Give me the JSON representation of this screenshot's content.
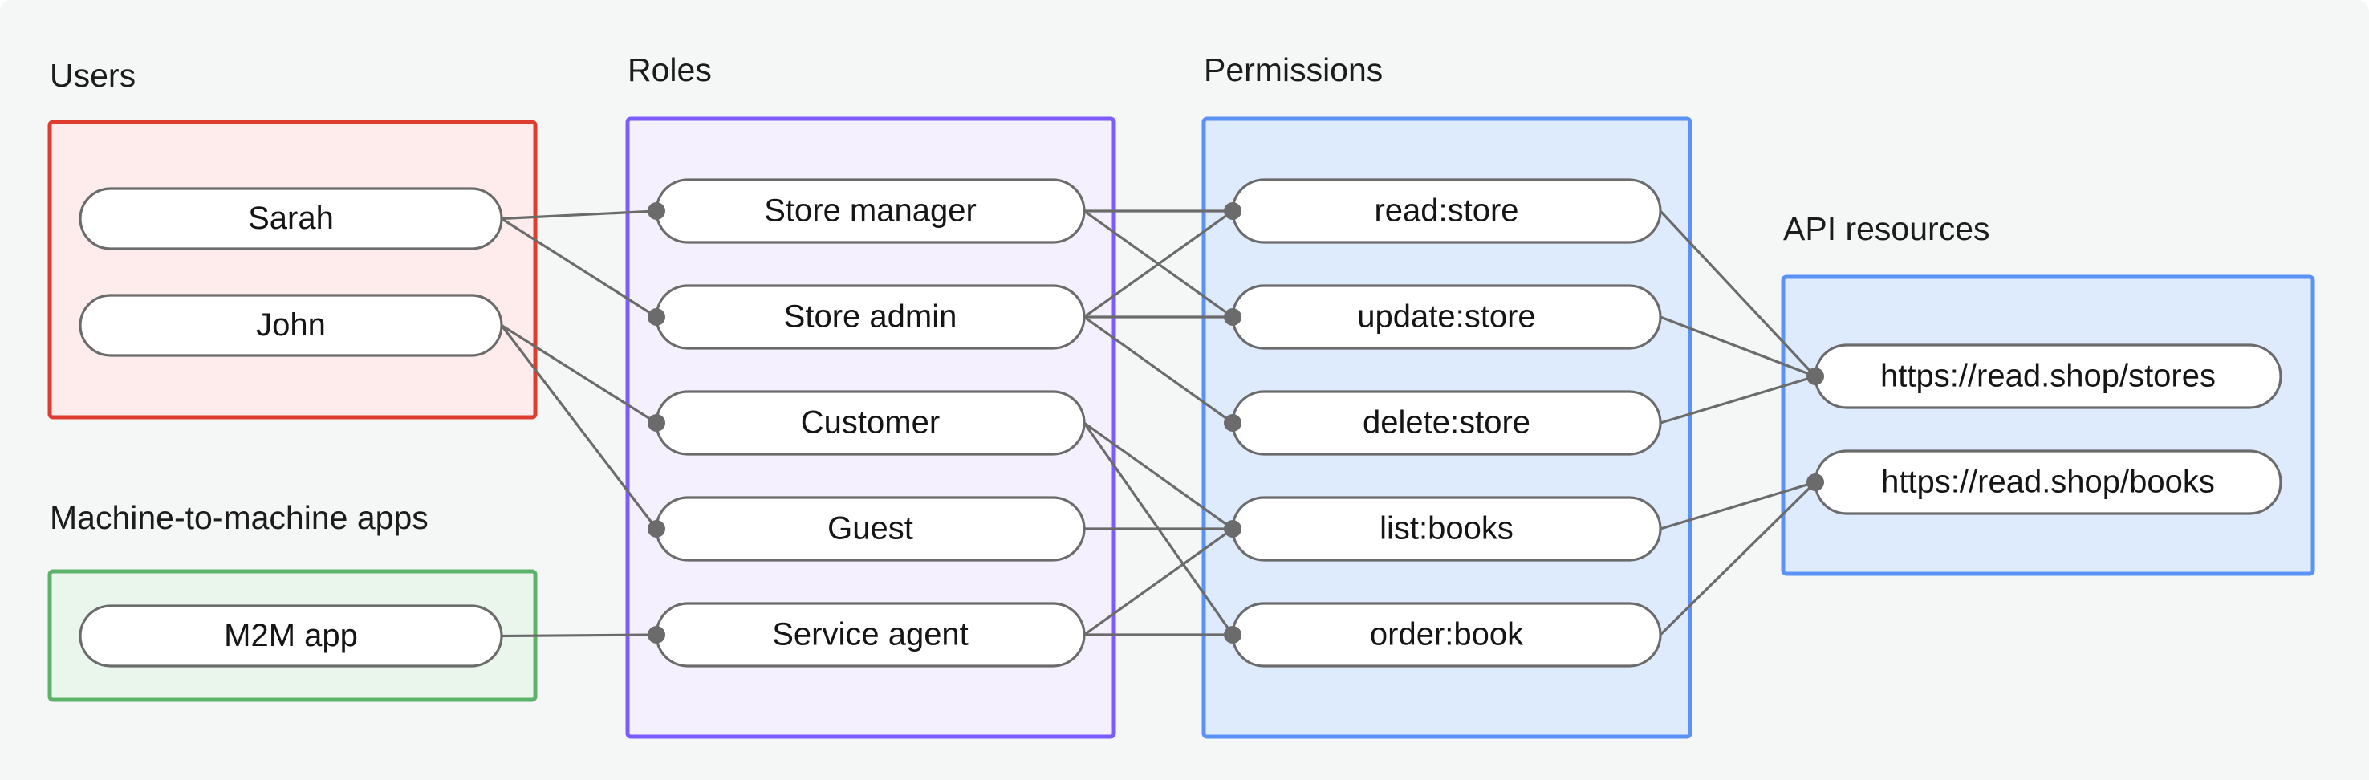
{
  "diagram": {
    "title_text_color": "#1c1c1c",
    "background": "#f5f7f7",
    "edge_color": "#6b6b6b",
    "node_fill": "#ffffff",
    "node_stroke": "#6b6b6b"
  },
  "groups": [
    {
      "id": "users",
      "title": "Users",
      "border_color": "#dd3c2e",
      "fill_color": "#fdeceb",
      "nodes": [
        {
          "id": "sarah",
          "label": "Sarah"
        },
        {
          "id": "john",
          "label": "John"
        }
      ]
    },
    {
      "id": "m2m",
      "title": "Machine-to-machine apps",
      "border_color": "#5cb269",
      "fill_color": "#eaf6ec",
      "nodes": [
        {
          "id": "m2m-app",
          "label": "M2M app"
        }
      ]
    },
    {
      "id": "roles",
      "title": "Roles",
      "border_color": "#7c5cfc",
      "fill_color": "#f4f0fe",
      "nodes": [
        {
          "id": "store-manager",
          "label": "Store manager"
        },
        {
          "id": "store-admin",
          "label": "Store admin"
        },
        {
          "id": "customer",
          "label": "Customer"
        },
        {
          "id": "guest",
          "label": "Guest"
        },
        {
          "id": "service-agent",
          "label": "Service agent"
        }
      ]
    },
    {
      "id": "permissions",
      "title": "Permissions",
      "border_color": "#5b92f5",
      "fill_color": "#deebfd",
      "nodes": [
        {
          "id": "read-store",
          "label": "read:store"
        },
        {
          "id": "update-store",
          "label": "update:store"
        },
        {
          "id": "delete-store",
          "label": "delete:store"
        },
        {
          "id": "list-books",
          "label": "list:books"
        },
        {
          "id": "order-book",
          "label": "order:book"
        }
      ]
    },
    {
      "id": "api-resources",
      "title": "API resources",
      "border_color": "#5b92f5",
      "fill_color": "#deebfd",
      "nodes": [
        {
          "id": "res-stores",
          "label": "https://read.shop/stores"
        },
        {
          "id": "res-books",
          "label": "https://read.shop/books"
        }
      ]
    }
  ],
  "edges": [
    {
      "from": "sarah",
      "to": "store-manager"
    },
    {
      "from": "sarah",
      "to": "store-admin"
    },
    {
      "from": "john",
      "to": "customer"
    },
    {
      "from": "john",
      "to": "guest"
    },
    {
      "from": "m2m-app",
      "to": "service-agent"
    },
    {
      "from": "store-manager",
      "to": "read-store"
    },
    {
      "from": "store-manager",
      "to": "update-store"
    },
    {
      "from": "store-admin",
      "to": "read-store"
    },
    {
      "from": "store-admin",
      "to": "update-store"
    },
    {
      "from": "store-admin",
      "to": "delete-store"
    },
    {
      "from": "customer",
      "to": "list-books"
    },
    {
      "from": "customer",
      "to": "order-book"
    },
    {
      "from": "guest",
      "to": "list-books"
    },
    {
      "from": "service-agent",
      "to": "list-books"
    },
    {
      "from": "service-agent",
      "to": "order-book"
    },
    {
      "from": "read-store",
      "to": "res-stores"
    },
    {
      "from": "update-store",
      "to": "res-stores"
    },
    {
      "from": "delete-store",
      "to": "res-stores"
    },
    {
      "from": "list-books",
      "to": "res-books"
    },
    {
      "from": "order-book",
      "to": "res-books"
    }
  ]
}
